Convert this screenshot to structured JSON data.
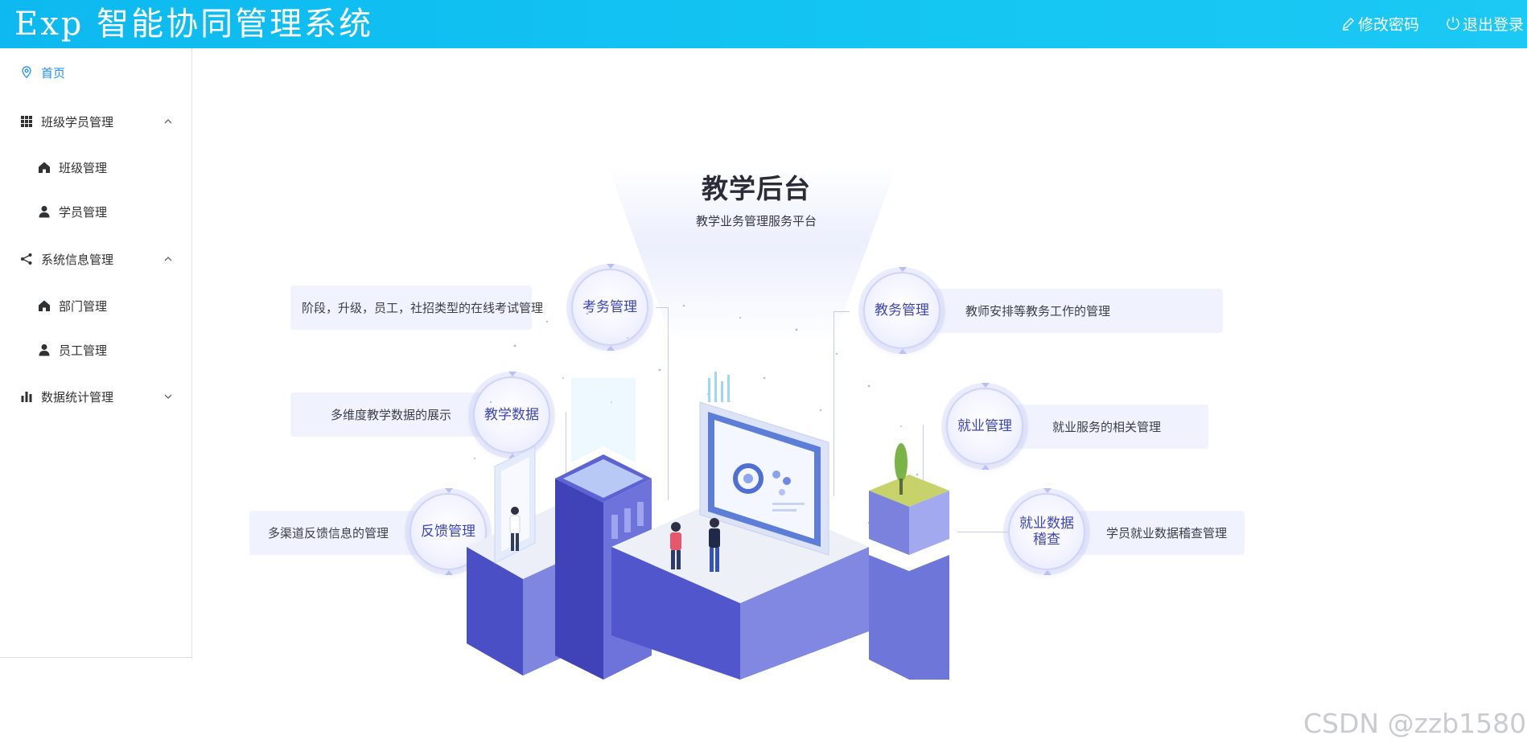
{
  "header": {
    "brand": "Exp 智能协同管理系统",
    "change_password": "修改密码",
    "logout": "退出登录"
  },
  "sidebar": {
    "items": [
      {
        "label": "首页",
        "icon": "location-icon",
        "active": true
      },
      {
        "label": "班级学员管理",
        "icon": "grid-icon",
        "expanded": true,
        "children": [
          {
            "label": "班级管理",
            "icon": "home-icon"
          },
          {
            "label": "学员管理",
            "icon": "user-icon"
          }
        ]
      },
      {
        "label": "系统信息管理",
        "icon": "share-icon",
        "expanded": true,
        "children": [
          {
            "label": "部门管理",
            "icon": "home-icon"
          },
          {
            "label": "员工管理",
            "icon": "user-icon"
          }
        ]
      },
      {
        "label": "数据统计管理",
        "icon": "bar-chart-icon",
        "expanded": false
      }
    ]
  },
  "hero": {
    "title": "教学后台",
    "subtitle": "教学业务管理服务平台"
  },
  "modules": {
    "exam": {
      "name": "考务管理",
      "desc": "阶段，升级，员工，社招类型的在线考试管理"
    },
    "teaching_data": {
      "name": "教学数据",
      "desc": "多维度教学数据的展示"
    },
    "feedback": {
      "name": "反馈管理",
      "desc": "多渠道反馈信息的管理"
    },
    "academic": {
      "name": "教务管理",
      "desc": "教师安排等教务工作的管理"
    },
    "employment": {
      "name": "就业管理",
      "desc": "就业服务的相关管理"
    },
    "employment_audit": {
      "name_line1": "就业数据",
      "name_line2": "稽查",
      "desc": "学员就业数据稽查管理"
    }
  },
  "watermark": "CSDN @zzb1580",
  "colors": {
    "header": "#13c5f2",
    "accent": "#1e90ff",
    "module_text": "#3c44b8",
    "pill_bg": "#f0f2fd"
  }
}
